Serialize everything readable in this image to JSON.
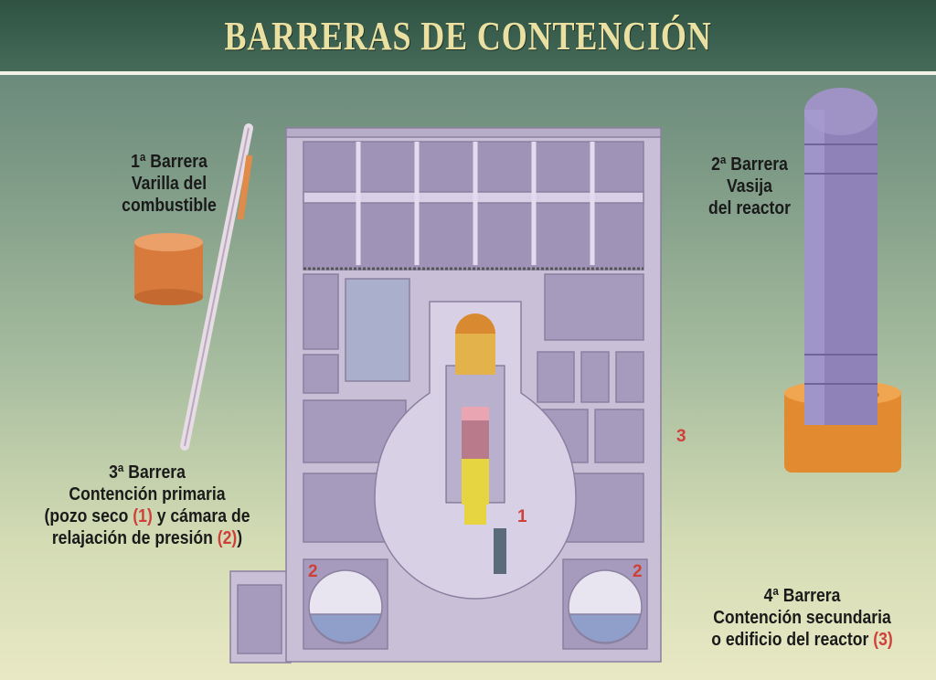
{
  "title": "BARRERAS DE CONTENCIÓN",
  "barrier1": {
    "line1": "1ª Barrera",
    "line2": "Varilla del",
    "line3": "combustible"
  },
  "barrier2": {
    "line1": "2ª Barrera",
    "line2": "Vasija",
    "line3": "del reactor"
  },
  "barrier3": {
    "line1": "3ª Barrera",
    "line2": "Contención primaria",
    "line3a": "(pozo seco ",
    "ref1": "(1)",
    "line3b": " y cámara de",
    "line4a": "relajación de presión ",
    "ref2": "(2)",
    "line4b": ")"
  },
  "barrier4": {
    "line1": "4ª Barrera",
    "line2": "Contención secundaria",
    "line3a": "o edificio del reactor ",
    "ref3": "(3)"
  },
  "markers": {
    "drywell": "1",
    "suppression_left": "2",
    "suppression_right": "2",
    "building": "3"
  },
  "colors": {
    "accent_red": "#d0403a",
    "building": "#c9bfd6",
    "vessel": "#8c7fb3",
    "pellet": "#d9793a"
  }
}
